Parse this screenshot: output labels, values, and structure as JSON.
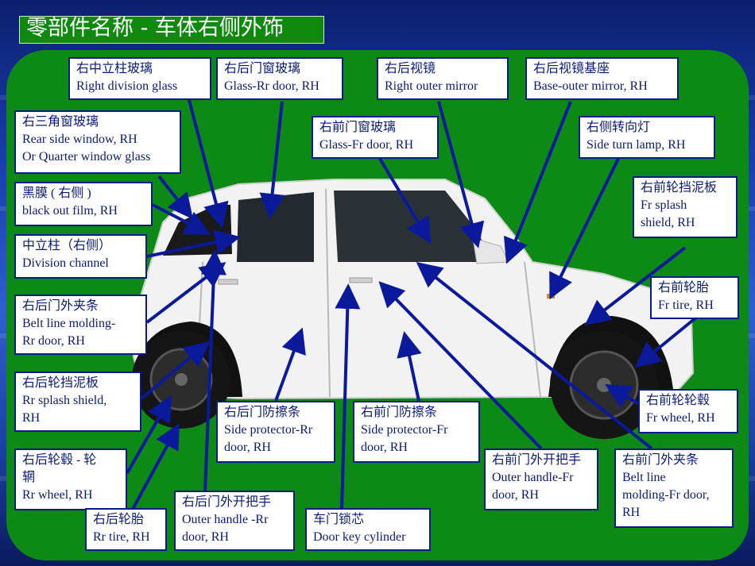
{
  "title": "零部件名称 - 车体右侧外饰",
  "labels": {
    "div_glass": {
      "cn": "右中立柱玻璃",
      "en": "Right division glass"
    },
    "rr_door_glass": {
      "cn": "右后门窗玻璃",
      "en": "Glass-Rr door, RH"
    },
    "mirror": {
      "cn": "右后视镜",
      "en": "Right outer mirror"
    },
    "mirror_base": {
      "cn": "右后视镜基座",
      "en": "Base-outer mirror, RH"
    },
    "quarter": {
      "cn": "右三角窗玻璃",
      "en1": "Rear side window, RH",
      "en2": "Or Quarter window glass"
    },
    "fr_door_glass": {
      "cn": "右前门窗玻璃",
      "en": "Glass-Fr door, RH"
    },
    "turn_lamp": {
      "cn": "右侧转向灯",
      "en": "Side turn lamp, RH"
    },
    "blackout": {
      "cn": "黑膜 ( 右侧 )",
      "en": "black out film, RH"
    },
    "fr_splash": {
      "cn": "右前轮挡泥板",
      "en1": "Fr splash",
      "en2": "shield, RH"
    },
    "division_ch": {
      "cn": "中立柱（右侧）",
      "en": "Division channel"
    },
    "fr_tire": {
      "cn": "右前轮胎",
      "en": "Fr tire, RH"
    },
    "rr_belt": {
      "cn": "右后门外夹条",
      "en1": "Belt line molding-",
      "en2": "Rr door, RH"
    },
    "rr_splash": {
      "cn": "右后轮挡泥板",
      "en1": "Rr splash shield,",
      "en2": "RH"
    },
    "fr_wheel": {
      "cn": "右前轮轮毂",
      "en": "Fr wheel, RH"
    },
    "rr_protector": {
      "cn": "右后门防擦条",
      "en1": "Side protector-Rr",
      "en2": "door, RH"
    },
    "fr_protector": {
      "cn": "右前门防擦条",
      "en1": "Side protector-Fr",
      "en2": "door, RH"
    },
    "rr_wheel": {
      "cn1": "右后轮毂 - 轮",
      "cn2": "辋",
      "en": "Rr wheel, RH"
    },
    "fr_handle": {
      "cn": "右前门外开把手",
      "en1": "Outer handle-Fr",
      "en2": "door, RH"
    },
    "fr_belt": {
      "cn": "右前门外夹条",
      "en1": "Belt line",
      "en2": "molding-Fr door,",
      "en3": "RH"
    },
    "rr_handle": {
      "cn": "右后门外开把手",
      "en1": "Outer handle -Rr",
      "en2": "door, RH"
    },
    "rr_tire": {
      "cn": "右后轮胎",
      "en": "Rr tire, RH"
    },
    "key_cyl": {
      "cn": "车门锁芯",
      "en": "Door key cylinder"
    }
  },
  "colors": {
    "panel": "#0d8a16",
    "arrow": "#0b1a9a",
    "label_text": "#0a1a7a",
    "car_body": "#f2f2f2"
  }
}
